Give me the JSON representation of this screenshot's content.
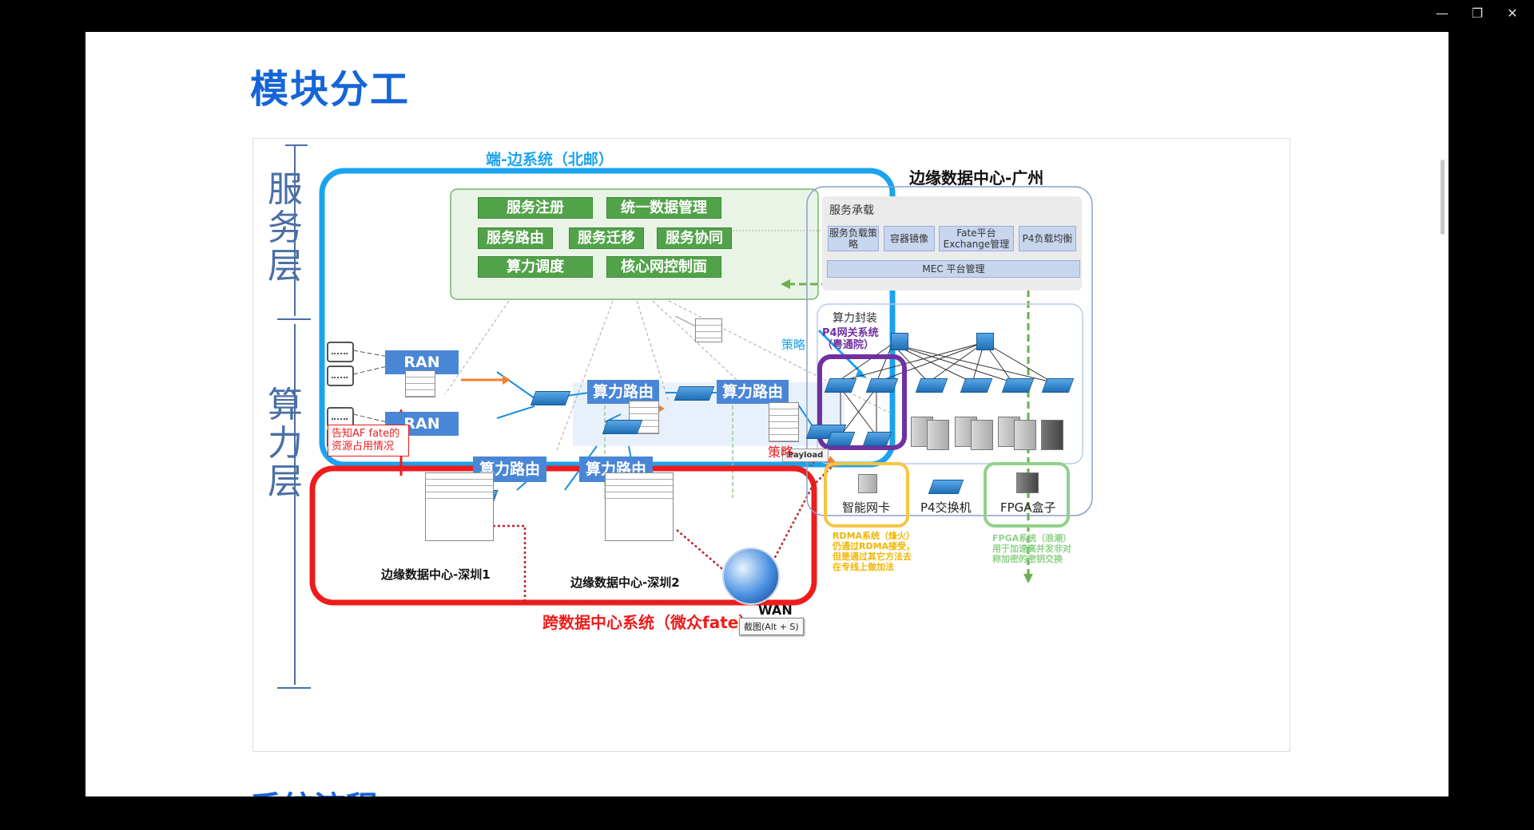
{
  "slide": {
    "title": "模块分工",
    "next_title": "系统流程"
  },
  "layers": {
    "service": "服务层",
    "compute": "算力层"
  },
  "edge_system": {
    "title": "端-边系统（北邮）",
    "services": [
      "服务注册",
      "统一数据管理",
      "服务路由",
      "服务迁移",
      "服务协同",
      "算力调度",
      "核心网控制面"
    ],
    "ran": [
      "RAN",
      "RAN"
    ],
    "compute_routes": [
      "算力路由",
      "算力路由"
    ],
    "lower_routes": [
      "算力路由",
      "算力路由"
    ]
  },
  "notice": "告知AF fate的资源占用情况",
  "guangzhou": {
    "title": "边缘数据中心-广州",
    "service_section": "服务承载",
    "service_boxes": [
      "服务负载策略",
      "容器镜像",
      "Fate平台Exchange管理",
      "P4负载均衡"
    ],
    "mec": "MEC 平台管理",
    "compute_section": "算力封装",
    "p4_gateway": "P4网关系统（粤通院）",
    "devices": [
      "智能网卡",
      "P4交换机",
      "FPGA盒子"
    ],
    "rdma_note": "RDMA系统（烽火）仍通过RDMA接受，但是通过其它方法去在专线上做加法",
    "fpga_note": "FPGA系统（浪潮）用于加速高并发非对称加密的密钥交换"
  },
  "policy_labels": [
    "策略",
    "策略"
  ],
  "payload": "Payload",
  "cross_dc": {
    "title": "跨数据中心系统（微众fate）",
    "dc1": "边缘数据中心-深圳1",
    "dc2": "边缘数据中心-深圳2",
    "wan": "WAN"
  },
  "tooltip": "截图(Alt + S)",
  "colors": {
    "title_blue": "#1565d8",
    "edge_blue": "#1aa3ee",
    "cross_red": "#ee1c1c",
    "green": "#52a24a",
    "purple": "#7030a0",
    "yellow": "#f5c542",
    "light_green": "#8fd18a"
  },
  "icons": [
    "minimize-icon",
    "restore-icon",
    "close-icon",
    "globe-icon",
    "switch-icon",
    "server-icon",
    "terminal-icon"
  ]
}
